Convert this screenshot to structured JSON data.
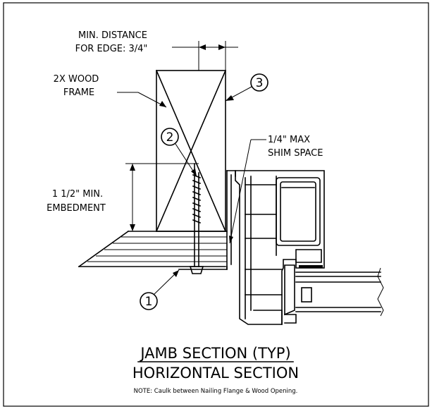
{
  "labels": {
    "min_distance_line1": "MIN. DISTANCE",
    "min_distance_line2": "FOR EDGE: 3/4\"",
    "wood_frame_line1": "2X WOOD",
    "wood_frame_line2": "FRAME",
    "shim_line1": "1/4\" MAX",
    "shim_line2": "SHIM SPACE",
    "embed_line1": "1 1/2\" MIN.",
    "embed_line2": "EMBEDMENT"
  },
  "callouts": [
    "1",
    "2",
    "3"
  ],
  "title": {
    "line1": "JAMB SECTION (TYP)",
    "line2": "HORIZONTAL SECTION"
  },
  "note": "NOTE: Caulk between Nailing Flange & Wood Opening."
}
